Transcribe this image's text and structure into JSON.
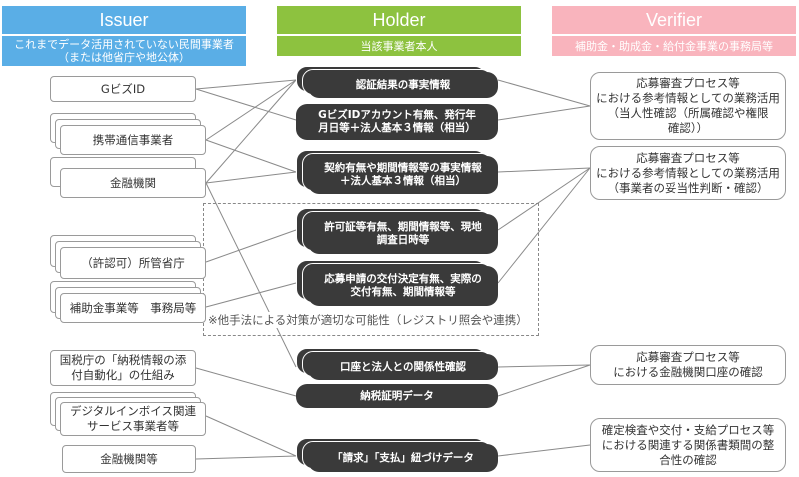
{
  "headers": {
    "issuer": {
      "title": "Issuer",
      "subtitle_line1": "これまでデータ活用されていない民間事業者",
      "subtitle_line2": "（または他省庁や地公体）",
      "color": "#5aaee6"
    },
    "holder": {
      "title": "Holder",
      "subtitle": "当該事業者本人",
      "color": "#8dc23f"
    },
    "verifier": {
      "title": "Verifier",
      "subtitle": "補助金・助成金・給付金事業の事務局等",
      "color": "#f9b4bd"
    }
  },
  "issuers": [
    {
      "label": "GビズID"
    },
    {
      "label": "携帯通信事業者"
    },
    {
      "label": "金融機関"
    },
    {
      "label": "（許認可）所管省庁"
    },
    {
      "label": "補助金事業等　事務局等"
    },
    {
      "line1": "国税庁の「納税情報の添",
      "line2": "付自動化」の仕組み"
    },
    {
      "line1": "デジタルインボイス関連",
      "line2": "サービス事業者等"
    },
    {
      "label": "金融機関等"
    }
  ],
  "holders": [
    {
      "label": "認証結果の事実情報"
    },
    {
      "line1": "GビズIDアカウント有無、発行年",
      "line2": "月日等＋法人基本３情報（相当）"
    },
    {
      "line1": "契約有無や期間情報等の事実情報",
      "line2": "＋法人基本３情報（相当）"
    },
    {
      "line1": "許可証等有無、期間情報等、現地",
      "line2": "調査日時等"
    },
    {
      "line1": "応募申請の交付決定有無、実際の",
      "line2": "交付有無、期間情報等"
    },
    {
      "label": "口座と法人との関係性確認"
    },
    {
      "label": "納税証明データ"
    },
    {
      "label": "「請求」「支払」紐づけデータ"
    }
  ],
  "verifiers": [
    {
      "line1": "応募審査プロセス等",
      "line2": "における参考情報としての業務活用",
      "line3": "（当人性確認（所属確認や権限",
      "line4": "確認））"
    },
    {
      "line1": "応募審査プロセス等",
      "line2": "における参考情報としての業務活用",
      "line3": "（事業者の妥当性判断・確認）"
    },
    {
      "line1": "応募審査プロセス等",
      "line2": "における金融機関口座の確認"
    },
    {
      "line1": "確定検査や交付・支給プロセス等",
      "line2": "における関連する関係書類間の整",
      "line3": "合性の確認"
    }
  ],
  "note": "※他手法による対策が適切な可能性（レジストリ照会や連携）"
}
